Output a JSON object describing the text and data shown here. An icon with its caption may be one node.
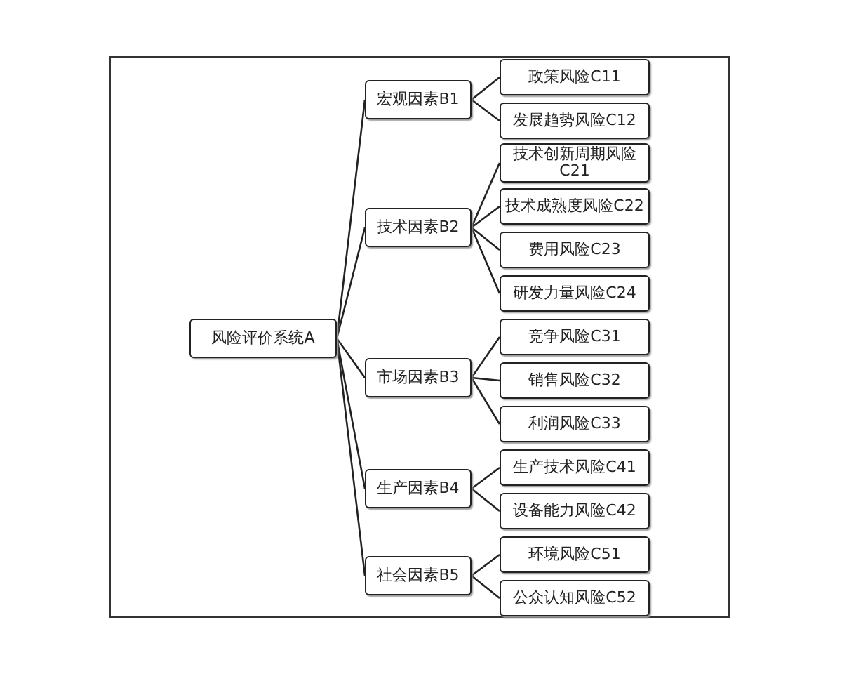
{
  "diagram": {
    "nodes": [
      {
        "text": [
          "风险评价系统A"
        ]
      },
      {
        "text": [
          "宏观因素B1"
        ]
      },
      {
        "text": [
          "政策风险C11"
        ]
      },
      {
        "text": [
          "发展趋势风险C12"
        ]
      },
      {
        "text": [
          "技术因素B2"
        ]
      },
      {
        "text": [
          "技术创新周期风险C21"
        ]
      },
      {
        "text": [
          "技术成熟度风险C22"
        ]
      },
      {
        "text": [
          "费用风险C23"
        ]
      },
      {
        "text": [
          "研发力量风险C24"
        ]
      },
      {
        "text": [
          "市场因素B3"
        ]
      },
      {
        "text": [
          "竞争风险C31"
        ]
      },
      {
        "text": [
          "销售风险C32"
        ]
      },
      {
        "text": [
          "利润风险C33"
        ]
      },
      {
        "text": [
          "生产因素B4"
        ]
      },
      {
        "text": [
          "生产技术风险C41"
        ]
      },
      {
        "text": [
          "设备能力风险C42"
        ]
      },
      {
        "text": [
          "社会因素B5"
        ]
      },
      {
        "text": [
          "环境风险C51"
        ]
      },
      {
        "text": [
          "公众认知风险C52"
        ]
      }
    ],
    "edges": [
      {
        "from": 0,
        "to": 1,
        "arrow": "none"
      },
      {
        "from": 0,
        "to": 4,
        "arrow": "none"
      },
      {
        "from": 0,
        "to": 9,
        "arrow": "none"
      },
      {
        "from": 0,
        "to": 13,
        "arrow": "none"
      },
      {
        "from": 0,
        "to": 16,
        "arrow": "none"
      },
      {
        "from": 1,
        "to": 2,
        "arrow": "none"
      },
      {
        "from": 1,
        "to": 3,
        "arrow": "none"
      },
      {
        "from": 4,
        "to": 5,
        "arrow": "none"
      },
      {
        "from": 4,
        "to": 6,
        "arrow": "none"
      },
      {
        "from": 4,
        "to": 7,
        "arrow": "none"
      },
      {
        "from": 4,
        "to": 8,
        "arrow": "none"
      },
      {
        "from": 9,
        "to": 10,
        "arrow": "none"
      },
      {
        "from": 9,
        "to": 11,
        "arrow": "none"
      },
      {
        "from": 9,
        "to": 12,
        "arrow": "none"
      },
      {
        "from": 13,
        "to": 14,
        "arrow": "none"
      },
      {
        "from": 13,
        "to": 15,
        "arrow": "none"
      },
      {
        "from": 16,
        "to": 17,
        "arrow": "none"
      },
      {
        "from": 16,
        "to": 18,
        "arrow": "none"
      }
    ]
  }
}
